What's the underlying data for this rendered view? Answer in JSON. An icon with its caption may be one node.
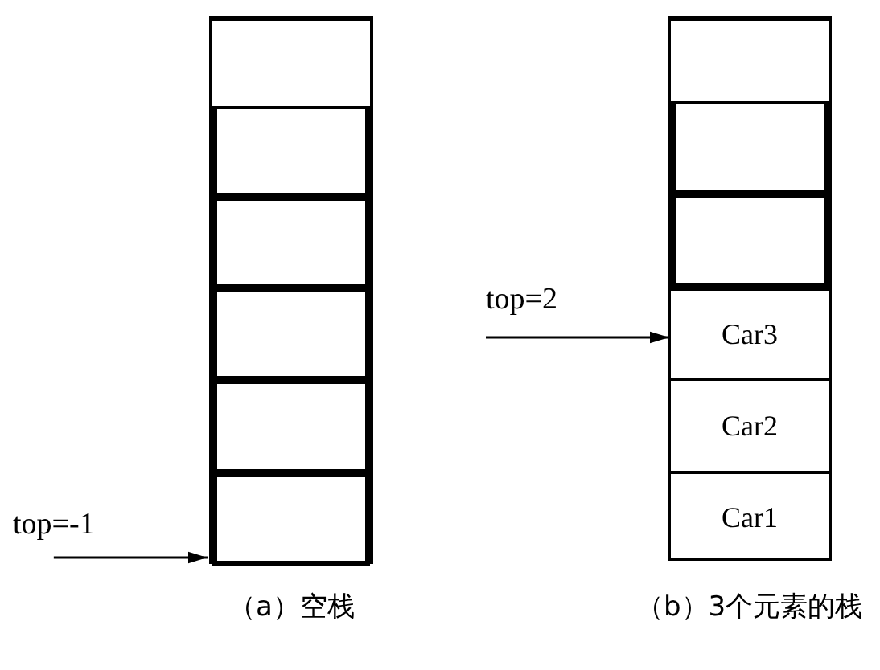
{
  "diagram": {
    "nodes": [
      {
        "text": [],
        "shape": "box",
        "beside": [
          "（a）空栈"
        ]
      },
      {
        "text": [],
        "shape": "box",
        "in": 0
      },
      {
        "text": [],
        "shape": "box",
        "in": 0
      },
      {
        "text": [],
        "shape": "box",
        "in": 0
      },
      {
        "text": [],
        "shape": "box",
        "in": 0
      },
      {
        "text": [],
        "shape": "box",
        "in": 0
      },
      {
        "text": [
          "top=-1"
        ]
      },
      {
        "text": [],
        "shape": "box",
        "beside": [
          "（b）3个元素的栈"
        ]
      },
      {
        "text": [],
        "shape": "box",
        "in": 7
      },
      {
        "text": [],
        "shape": "box",
        "in": 7
      },
      {
        "text": [
          "Car3"
        ],
        "in": 7
      },
      {
        "text": [
          "Car2"
        ],
        "in": 7
      },
      {
        "text": [
          "Car1"
        ],
        "in": 7
      },
      {
        "text": [
          "top=2"
        ]
      }
    ],
    "edges": [
      {
        "from": 6,
        "to": 0,
        "arrow": "to"
      },
      {
        "from": 13,
        "to": 10,
        "arrow": "to"
      }
    ]
  }
}
